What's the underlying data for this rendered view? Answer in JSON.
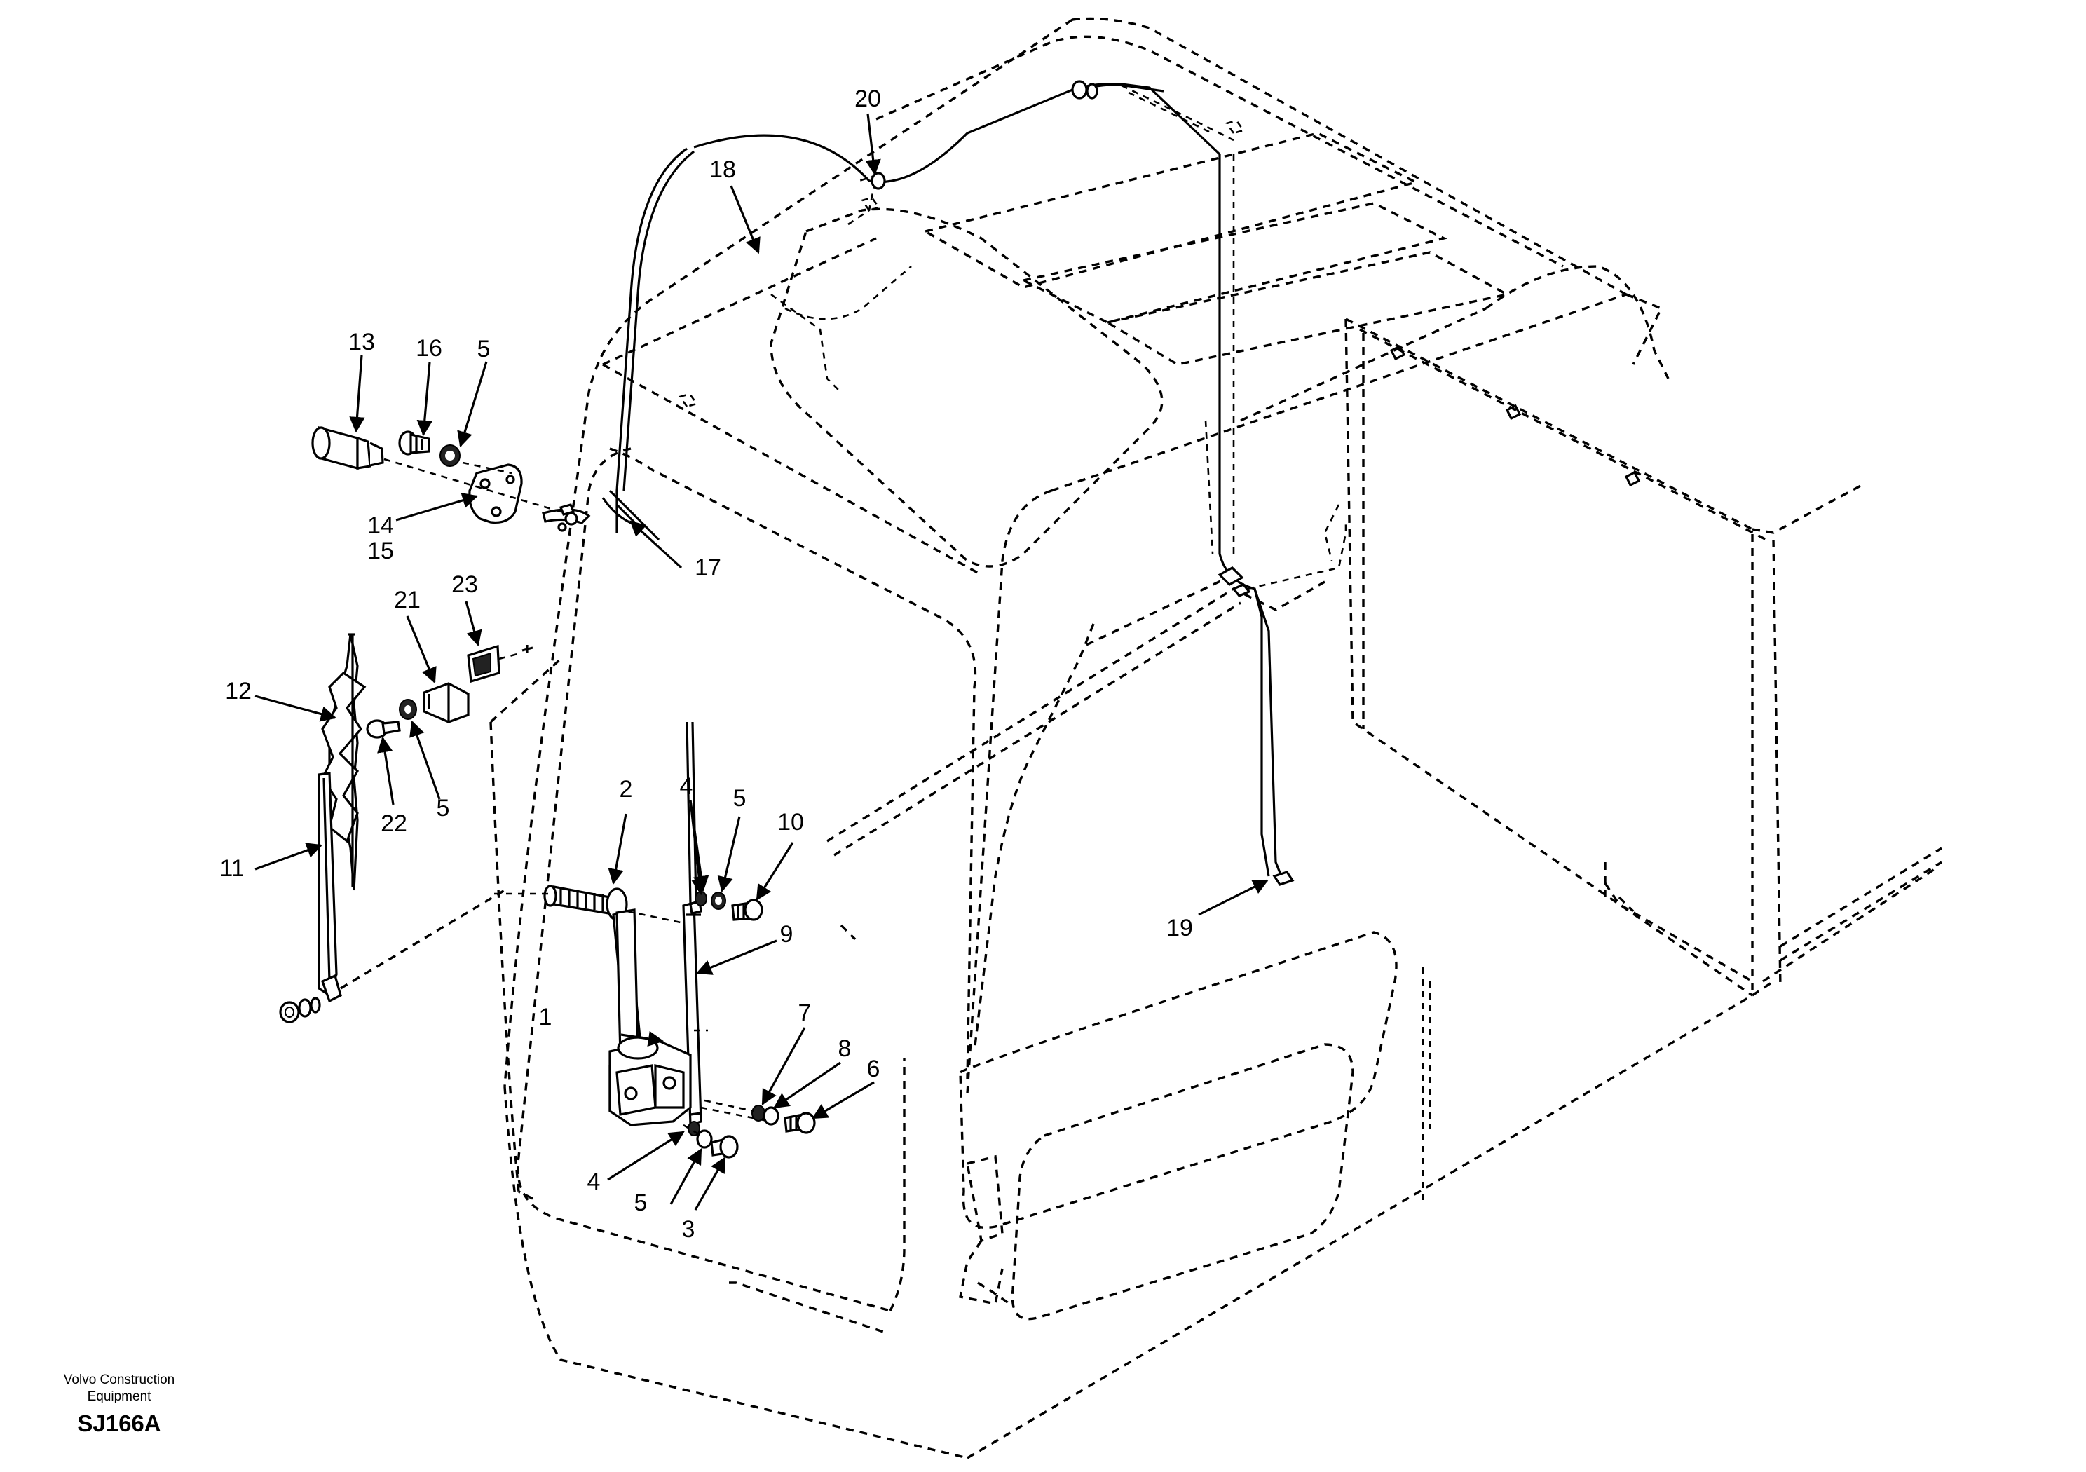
{
  "diagram": {
    "part_labels": {
      "p1": "1",
      "p2": "2",
      "p3": "3",
      "p4a": "4",
      "p4b": "4",
      "p5a": "5",
      "p5b": "5",
      "p5c": "5",
      "p5d": "5",
      "p6": "6",
      "p7": "7",
      "p8": "8",
      "p9": "9",
      "p10": "10",
      "p11": "11",
      "p12": "12",
      "p13": "13",
      "p14": "14",
      "p15": "15",
      "p16": "16",
      "p17": "17",
      "p18": "18",
      "p19": "19",
      "p20": "20",
      "p21": "21",
      "p22": "22",
      "p23": "23"
    }
  },
  "footer": {
    "brand_line1": "Volvo Construction",
    "brand_line2": "Equipment",
    "drawing_code": "SJ166A"
  }
}
